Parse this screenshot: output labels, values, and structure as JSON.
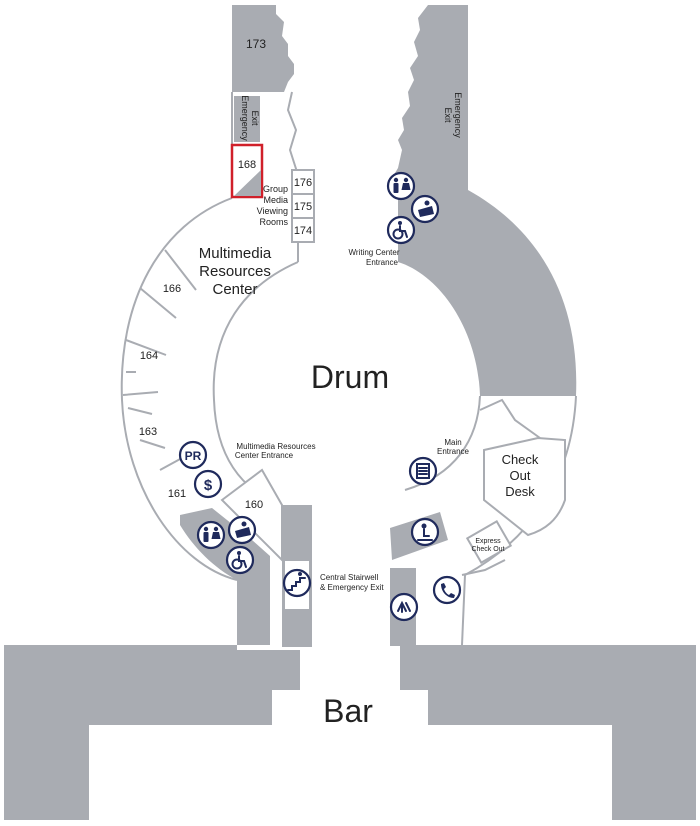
{
  "colors": {
    "building": "#a9acb2",
    "icon": "#1f2a5c",
    "highlight": "#d0202a"
  },
  "labels": {
    "drum": "Drum",
    "bar": "Bar",
    "mrc": [
      "Multimedia",
      "Resources",
      "Center"
    ],
    "checkout": [
      "Check",
      "Out",
      "Desk"
    ],
    "express": [
      "Express",
      "Check Out"
    ],
    "mrc_entrance": [
      "Multimedia Resources",
      "Center Entrance"
    ],
    "main_entrance": [
      "Main",
      "Entrance"
    ],
    "writing_center": [
      "Writing Center",
      "Entrance"
    ],
    "central_stairwell": [
      "Central Stairwell",
      "& Emergency Exit"
    ],
    "group_media": [
      "Group",
      "Media",
      "Viewing",
      "Rooms"
    ],
    "emergency_left": [
      "Emergency",
      "Exit"
    ],
    "emergency_right": [
      "Emergency",
      "Exit"
    ]
  },
  "rooms": {
    "r173": "173",
    "r168": "168",
    "r176": "176",
    "r175": "175",
    "r174": "174",
    "r166": "166",
    "r164": "164",
    "r163": "163",
    "r161": "161",
    "r160": "160"
  },
  "icons": {
    "pr": "PR",
    "dollar": "$"
  },
  "highlighted_room": "168"
}
